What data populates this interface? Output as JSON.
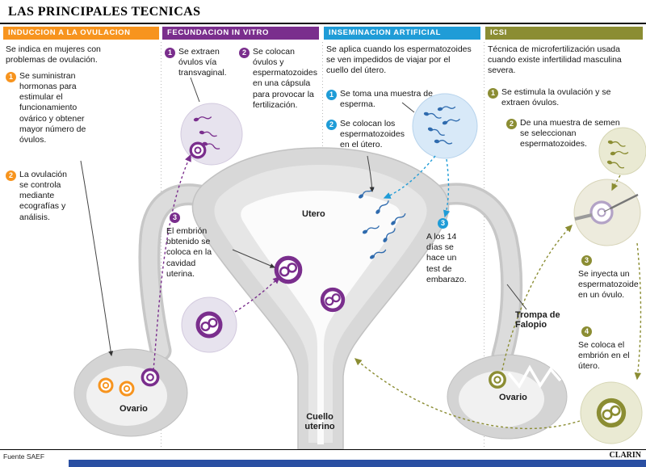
{
  "title": "LAS PRINCIPALES TECNICAS",
  "columns": [
    {
      "header": "INDUCCION A LA OVULACION",
      "color": "#F7941E",
      "intro": "Se indica en mujeres con problemas de ovulación.",
      "steps": [
        {
          "num": "1",
          "text": "Se suministran hormonas para estimular el funcionamiento ovárico y obtener mayor número de óvulos."
        },
        {
          "num": "2",
          "text": "La ovulación se controla mediante ecografías y análisis."
        }
      ]
    },
    {
      "header": "FECUNDACION IN VITRO",
      "color": "#7A2E8D",
      "steps": [
        {
          "num": "1",
          "text": "Se extraen óvulos vía transvaginal."
        },
        {
          "num": "2",
          "text": "Se colocan óvulos y espermatozoides en una cápsula para provocar la fertilización."
        },
        {
          "num": "3",
          "text": "El embrión obtenido se coloca en la cavidad uterina."
        }
      ]
    },
    {
      "header": "INSEMINACION ARTIFICIAL",
      "color": "#1F9CD7",
      "intro": "Se aplica cuando los espermatozoides se ven impedidos de viajar por el cuello del útero.",
      "steps": [
        {
          "num": "1",
          "text": "Se toma una muestra de esperma."
        },
        {
          "num": "2",
          "text": "Se colocan los espermatozoides en el útero."
        },
        {
          "num": "3",
          "text": "A los 14 días se hace un test de embarazo."
        }
      ]
    },
    {
      "header": "ICSI",
      "color": "#8B8D33",
      "intro": "Técnica de microfertilización usada cuando existe infertilidad masculina severa.",
      "steps": [
        {
          "num": "1",
          "text": "Se estimula la ovulación y se extraen óvulos."
        },
        {
          "num": "2",
          "text": "De una muestra de semen se seleccionan espermatozoides."
        },
        {
          "num": "3",
          "text": "Se inyecta un espermatozoide en un óvulo."
        },
        {
          "num": "4",
          "text": "Se coloca el embrión en el útero."
        }
      ]
    }
  ],
  "anatomy": {
    "utero": "Utero",
    "ovario_izq": "Ovario",
    "cuello_uterino": "Cuello uterino",
    "trompa_falopio": "Trompa de Falopio",
    "ovario_der": "Ovario"
  },
  "footer": {
    "source": "Fuente SAEF",
    "credit": "CLARIN"
  },
  "colors": {
    "induccion": "#F7941E",
    "fecundacion_in_vitro": "#7A2E8D",
    "inseminacion_artificial": "#1F9CD7",
    "icsi": "#8B8D33",
    "footer_bar": "#2A4FA2"
  },
  "icons": {
    "sperm": "sperm-icon",
    "ovum": "ovum-icon",
    "embryo": "embryo-icon",
    "needle": "injection-needle-icon",
    "pipette": "holding-pipette-icon"
  }
}
